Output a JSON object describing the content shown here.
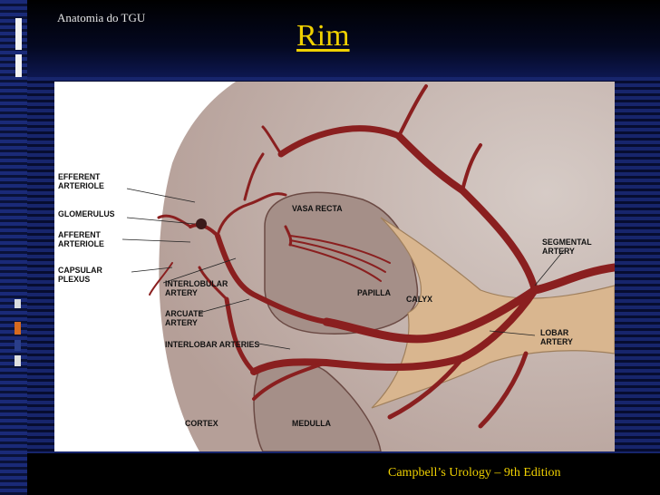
{
  "header": {
    "topic": "Anatomia do TGU",
    "title": "Rim"
  },
  "footer": {
    "credit": "Campbell’s Urology – 9th Edition"
  },
  "diagram": {
    "labels": {
      "efferent_arteriole": [
        "EFFERENT",
        "ARTERIOLE"
      ],
      "glomerulus": "GLOMERULUS",
      "afferent_arteriole": [
        "AFFERENT",
        "ARTERIOLE"
      ],
      "capsular_plexus": [
        "CAPSULAR",
        "PLEXUS"
      ],
      "vasa_recta": "VASA RECTA",
      "segmental_artery": [
        "SEGMENTAL",
        "ARTERY"
      ],
      "interlobular_artery": [
        "INTERLOBULAR",
        "ARTERY"
      ],
      "papilla": "PAPILLA",
      "calyx": "CALYX",
      "arcuate_artery": [
        "ARCUATE",
        "ARTERY"
      ],
      "lobar_artery": [
        "LOBAR",
        "ARTERY"
      ],
      "interlobar_arteries": "INTERLOBAR ARTERIES",
      "cortex": "CORTEX",
      "medulla": "MEDULLA"
    }
  },
  "colors": {
    "title": "#f0d100",
    "band_dark": "#070d30",
    "band_light": "#17256c",
    "artery": "#8a1f1f",
    "cortex": "#c2b3ad",
    "medulla": "#a8908a",
    "calyx": "#d9b68f"
  }
}
